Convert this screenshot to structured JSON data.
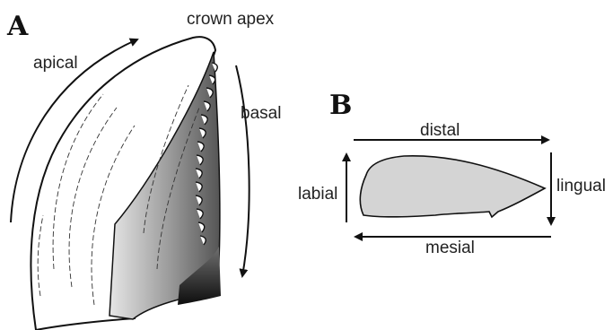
{
  "panel_a": {
    "letter": "A",
    "labels": {
      "apical": "apical",
      "crown_apex": "crown apex",
      "basal": "basal"
    }
  },
  "panel_b": {
    "letter": "B",
    "labels": {
      "distal": "distal",
      "labial": "labial",
      "lingual": "lingual",
      "mesial": "mesial"
    }
  },
  "colors": {
    "ink": "#111111",
    "fill_light": "#d4d4d4",
    "fill_dark": "#1a1a1a"
  }
}
